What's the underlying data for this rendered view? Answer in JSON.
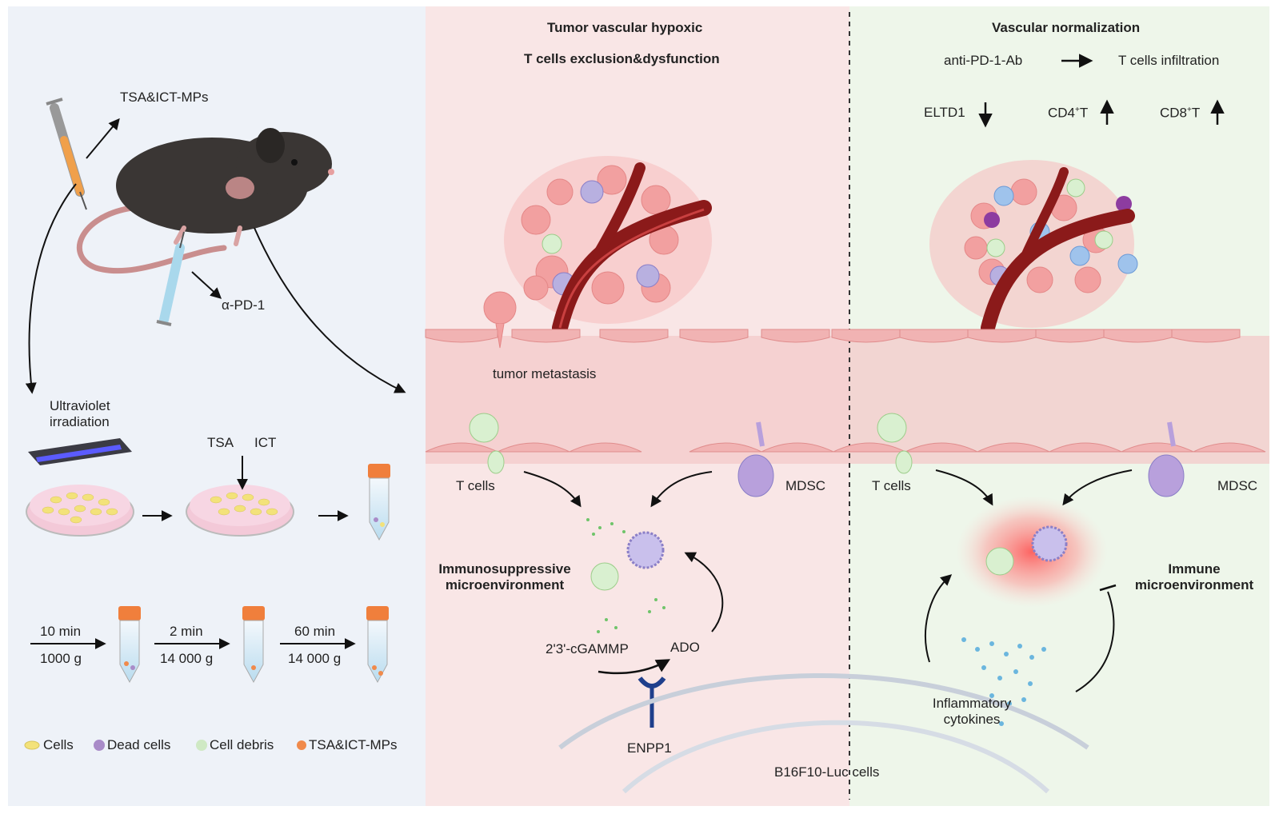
{
  "left": {
    "injection_label": "TSA&ICT-MPs",
    "antibody_label": "α-PD-1",
    "uv_label_line1": "Ultraviolet",
    "uv_label_line2": "irradiation",
    "tsa_label": "TSA",
    "ict_label": "ICT",
    "steps": [
      {
        "time": "10 min",
        "force": "1000 g"
      },
      {
        "time": "2 min",
        "force": "14 000 g"
      },
      {
        "time": "60 min",
        "force": "14 000 g"
      }
    ],
    "legend": [
      {
        "label": "Cells",
        "color": "#f3e27a"
      },
      {
        "label": "Dead cells",
        "color": "#a98bc8"
      },
      {
        "label": "Cell debris",
        "color": "#cfe9c4"
      },
      {
        "label": "TSA&ICT-MPs",
        "color": "#f08a4b"
      }
    ]
  },
  "middle": {
    "title1": "Tumor vascular hypoxic",
    "title2": "T cells exclusion&dysfunction",
    "metastasis": "tumor metastasis",
    "tcells": "T cells",
    "mdsc": "MDSC",
    "immuno1": "Immunosuppressive",
    "immuno2": "microenvironment",
    "cgamp": "2'3'-cGAMMP",
    "ado": "ADO",
    "enpp1": "ENPP1"
  },
  "right": {
    "title": "Vascular normalization",
    "antibody": "anti-PD-1-Ab",
    "infiltration": "T cells infiltration",
    "eltd1": "ELTD1",
    "cd4_base": "CD4",
    "cd4_sup": "+",
    "cd4_tail": "T",
    "cd8_base": "CD8",
    "cd8_sup": "+",
    "cd8_tail": "T",
    "tcells": "T cells",
    "mdsc": "MDSC",
    "immune1": "Immune",
    "immune2": "microenvironment",
    "cytokines1": "Inflammatory",
    "cytokines2": "cytokines"
  },
  "bottom_cells": "B16F10-Luc cells",
  "colors": {
    "left_bg": "#eef2f8",
    "middle_bg": "#f9e6e6",
    "right_bg": "#eef6ea",
    "vessel": "#8b1a1a",
    "tumor": "#f2a0a0",
    "endothelium": "#f1b3b3"
  }
}
